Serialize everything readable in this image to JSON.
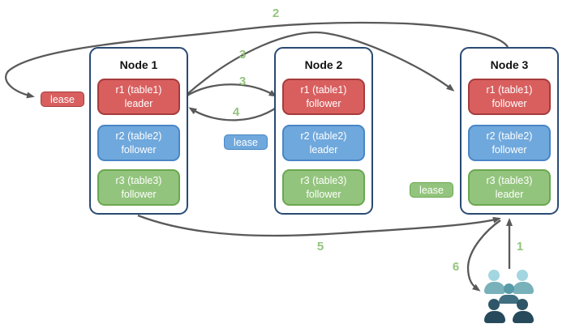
{
  "diagram": {
    "nodes": [
      {
        "title": "Node 1",
        "replicas": [
          {
            "name": "r1 (table1)",
            "role": "leader",
            "color": "red"
          },
          {
            "name": "r2 (table2)",
            "role": "follower",
            "color": "blue"
          },
          {
            "name": "r3 (table3)",
            "role": "follower",
            "color": "green"
          }
        ]
      },
      {
        "title": "Node 2",
        "replicas": [
          {
            "name": "r1 (table1)",
            "role": "follower",
            "color": "red"
          },
          {
            "name": "r2 (table2)",
            "role": "leader",
            "color": "blue"
          },
          {
            "name": "r3 (table3)",
            "role": "follower",
            "color": "green"
          }
        ]
      },
      {
        "title": "Node 3",
        "replicas": [
          {
            "name": "r1 (table1)",
            "role": "follower",
            "color": "red"
          },
          {
            "name": "r2 (table2)",
            "role": "follower",
            "color": "blue"
          },
          {
            "name": "r3 (table3)",
            "role": "leader",
            "color": "green"
          }
        ]
      }
    ],
    "leases": [
      {
        "label": "lease",
        "color": "red"
      },
      {
        "label": "lease",
        "color": "blue"
      },
      {
        "label": "lease",
        "color": "green"
      }
    ],
    "steps": {
      "s1": "1",
      "s2": "2",
      "s3a": "3",
      "s3b": "3",
      "s4": "4",
      "s5": "5",
      "s6": "6"
    },
    "icons": {
      "users_icon": "group-of-people"
    },
    "colors": {
      "red_fill": "#d95f5f",
      "red_border": "#a53c3c",
      "blue_fill": "#6fa8dc",
      "blue_border": "#4a86c6",
      "green_fill": "#93c47d",
      "green_border": "#6aa84f",
      "node_border": "#2a4a73",
      "arrow": "#595959",
      "step_label": "#93c47d",
      "users_light": "#a3d6e0",
      "users_light_body": "#79b1ba",
      "users_mid": "#579aa8",
      "users_mid_body": "#3f6f80",
      "users_dark": "#2e5668",
      "users_dark_body": "#264a5c"
    }
  }
}
